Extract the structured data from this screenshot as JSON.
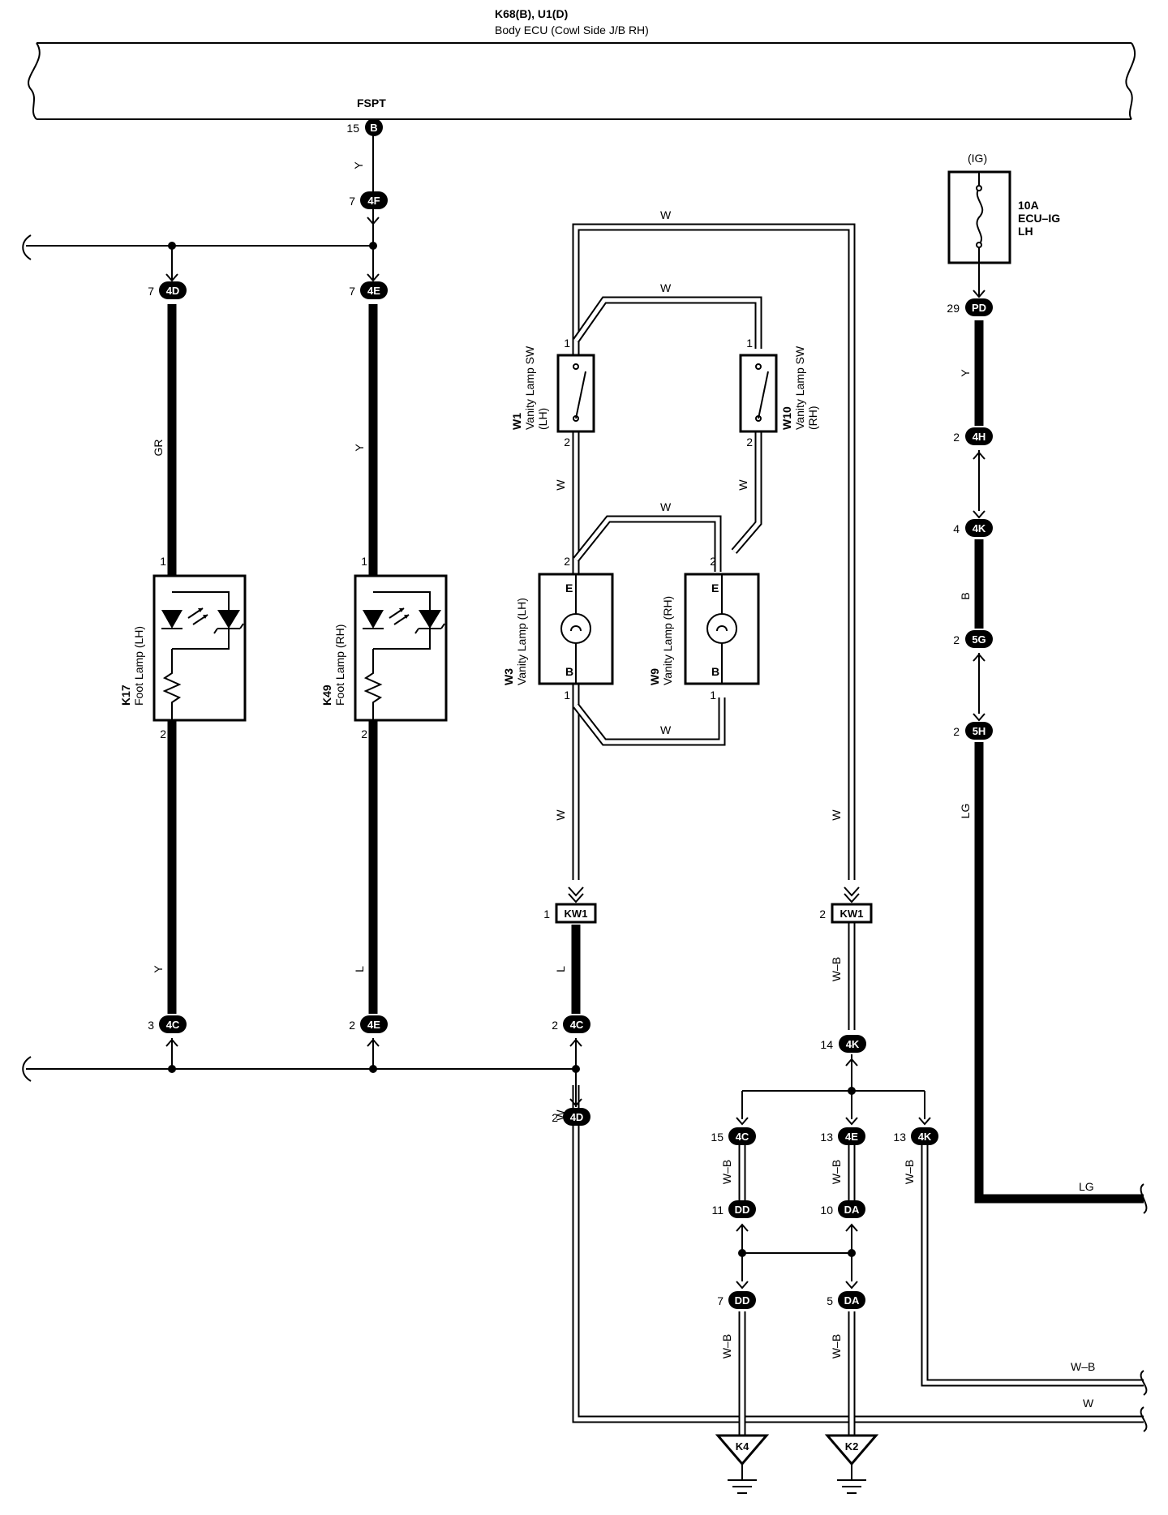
{
  "ecu": {
    "code": "K68(B), U1(D)",
    "name": "Body ECU (Cowl Side J/B RH)"
  },
  "terminal_fspt": "FSPT",
  "fuse": {
    "ig": "(IG)",
    "amp": "10A",
    "name": "ECU–IG",
    "side": "LH"
  },
  "components": {
    "k17": {
      "code": "K17",
      "name": "Foot Lamp (LH)"
    },
    "k49": {
      "code": "K49",
      "name": "Foot Lamp (RH)"
    },
    "w1": {
      "code": "W1",
      "name": "Vanity Lamp SW",
      "side": "(LH)"
    },
    "w10": {
      "code": "W10",
      "name": "Vanity Lamp SW",
      "side": "(RH)"
    },
    "w3": {
      "code": "W3",
      "name": "Vanity Lamp (LH)"
    },
    "w9": {
      "code": "W9",
      "name": "Vanity Lamp (RH)"
    }
  },
  "terminal_letters": {
    "e": "E",
    "b": "B"
  },
  "connectors": {
    "c_b": "B",
    "c_4f": "4F",
    "c_4d": "4D",
    "c_4e": "4E",
    "c_4c": "4C",
    "c_kw1": "KW1",
    "c_4k": "4K",
    "c_dd": "DD",
    "c_da": "DA",
    "c_pd": "PD",
    "c_4h": "4H",
    "c_5g": "5G",
    "c_5h": "5H"
  },
  "pins": {
    "p1": "1",
    "p2": "2",
    "p3": "3",
    "p4": "4",
    "p5": "5",
    "p7": "7",
    "p10": "10",
    "p11": "11",
    "p13": "13",
    "p14": "14",
    "p15": "15",
    "p29": "29"
  },
  "wire_colors": {
    "y": "Y",
    "gr": "GR",
    "w": "W",
    "l": "L",
    "wb": "W–B",
    "b": "B",
    "lg": "LG"
  },
  "grounds": {
    "k4": "K4",
    "k2": "K2"
  }
}
